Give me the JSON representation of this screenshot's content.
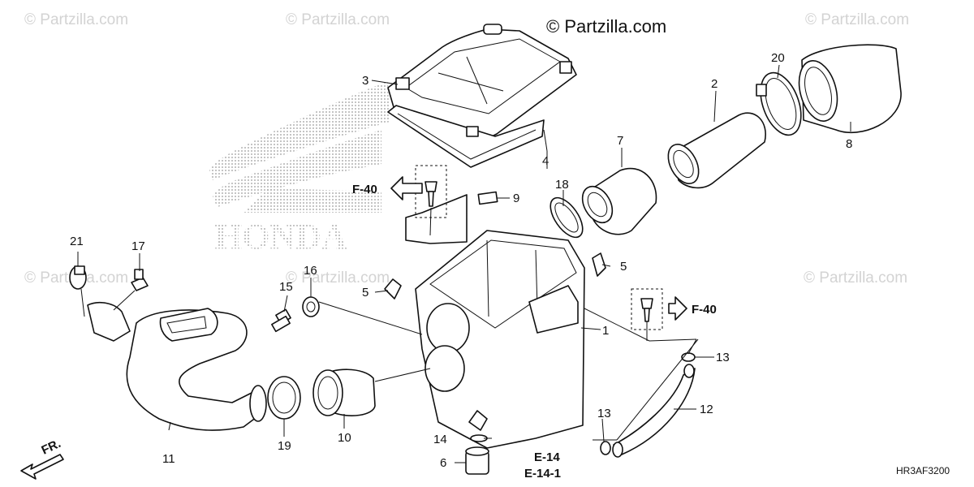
{
  "watermarks": {
    "main": "© Partzilla.com",
    "faint": "© Partzilla.com"
  },
  "brand_mark": "HONDA",
  "diagram_code": "HR3AF3200",
  "direction_label": "FR.",
  "refs": {
    "f40_left": "F-40",
    "f40_right": "F-40",
    "e14": "E-14",
    "e14_1": "E-14-1"
  },
  "callouts": {
    "c1": "1",
    "c2": "2",
    "c3": "3",
    "c4": "4",
    "c5a": "5",
    "c5b": "5",
    "c6": "6",
    "c7": "7",
    "c8": "8",
    "c9": "9",
    "c10": "10",
    "c11": "11",
    "c12": "12",
    "c13a": "13",
    "c13b": "13",
    "c14": "14",
    "c15": "15",
    "c16": "16",
    "c17": "17",
    "c18": "18",
    "c19": "19",
    "c20": "20",
    "c21": "21"
  },
  "colors": {
    "line": "#111111",
    "watermark": "#d3d3d3",
    "background": "#ffffff"
  }
}
